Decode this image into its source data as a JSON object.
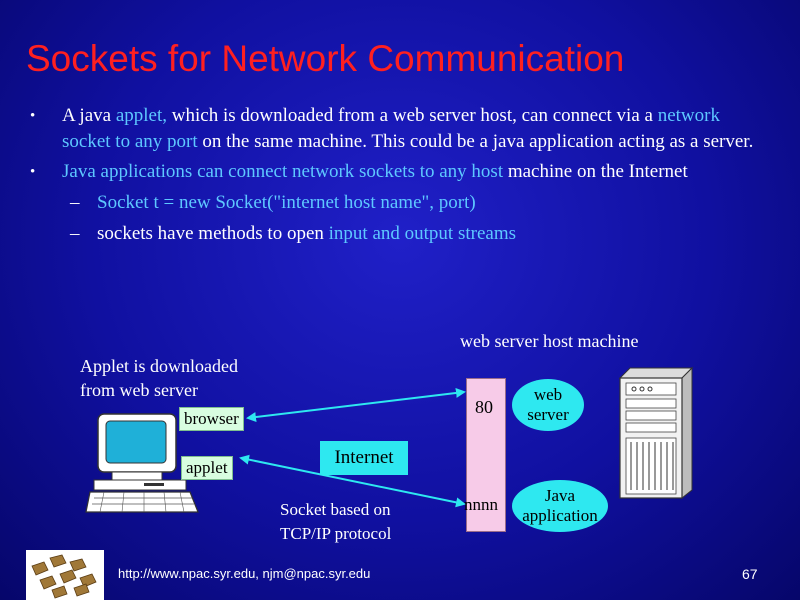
{
  "slide": {
    "title": "Sockets for Network Communication",
    "bullets": [
      {
        "parts": [
          {
            "text": "A java ",
            "highlight": false
          },
          {
            "text": "applet,",
            "highlight": true
          },
          {
            "text": " which is downloaded from a web server host, can connect via a ",
            "highlight": false
          },
          {
            "text": "network socket to any port",
            "highlight": true
          },
          {
            "text": " on the same machine.  This could be a java application acting as a server.",
            "highlight": false
          }
        ]
      },
      {
        "parts": [
          {
            "text": "Java applications can connect network sockets to any host",
            "highlight": true
          },
          {
            "text": " machine on the Internet",
            "highlight": false
          }
        ]
      }
    ],
    "sub_bullets": [
      {
        "parts": [
          {
            "text": "Socket t = new Socket(\"internet host name\", port)",
            "highlight": true
          }
        ]
      },
      {
        "parts": [
          {
            "text": "sockets have methods to open ",
            "highlight": false
          },
          {
            "text": "input and output streams",
            "highlight": true
          }
        ]
      }
    ]
  },
  "diagram": {
    "applet_caption_line1": "Applet is downloaded",
    "applet_caption_line2": "from web server",
    "browser_label": "browser",
    "applet_label": "applet",
    "internet_label": "Internet",
    "socket_caption_line1": "Socket based on",
    "socket_caption_line2": "TCP/IP protocol",
    "host_caption": "web server host machine",
    "port_80": "80",
    "port_nnnn": "nnnn",
    "web_server_line1": "web",
    "web_server_line2": "server",
    "java_app_line1": "Java",
    "java_app_line2": "application"
  },
  "footer": {
    "url": "http://www.npac.syr.edu, njm@npac.syr.edu",
    "page_number": "67"
  },
  "colors": {
    "title": "#ff2020",
    "highlight": "#5ec8ff",
    "ellipse": "#2ee8f0",
    "port_bar": "#f7cbe8",
    "green_box": "#d8fde0"
  }
}
